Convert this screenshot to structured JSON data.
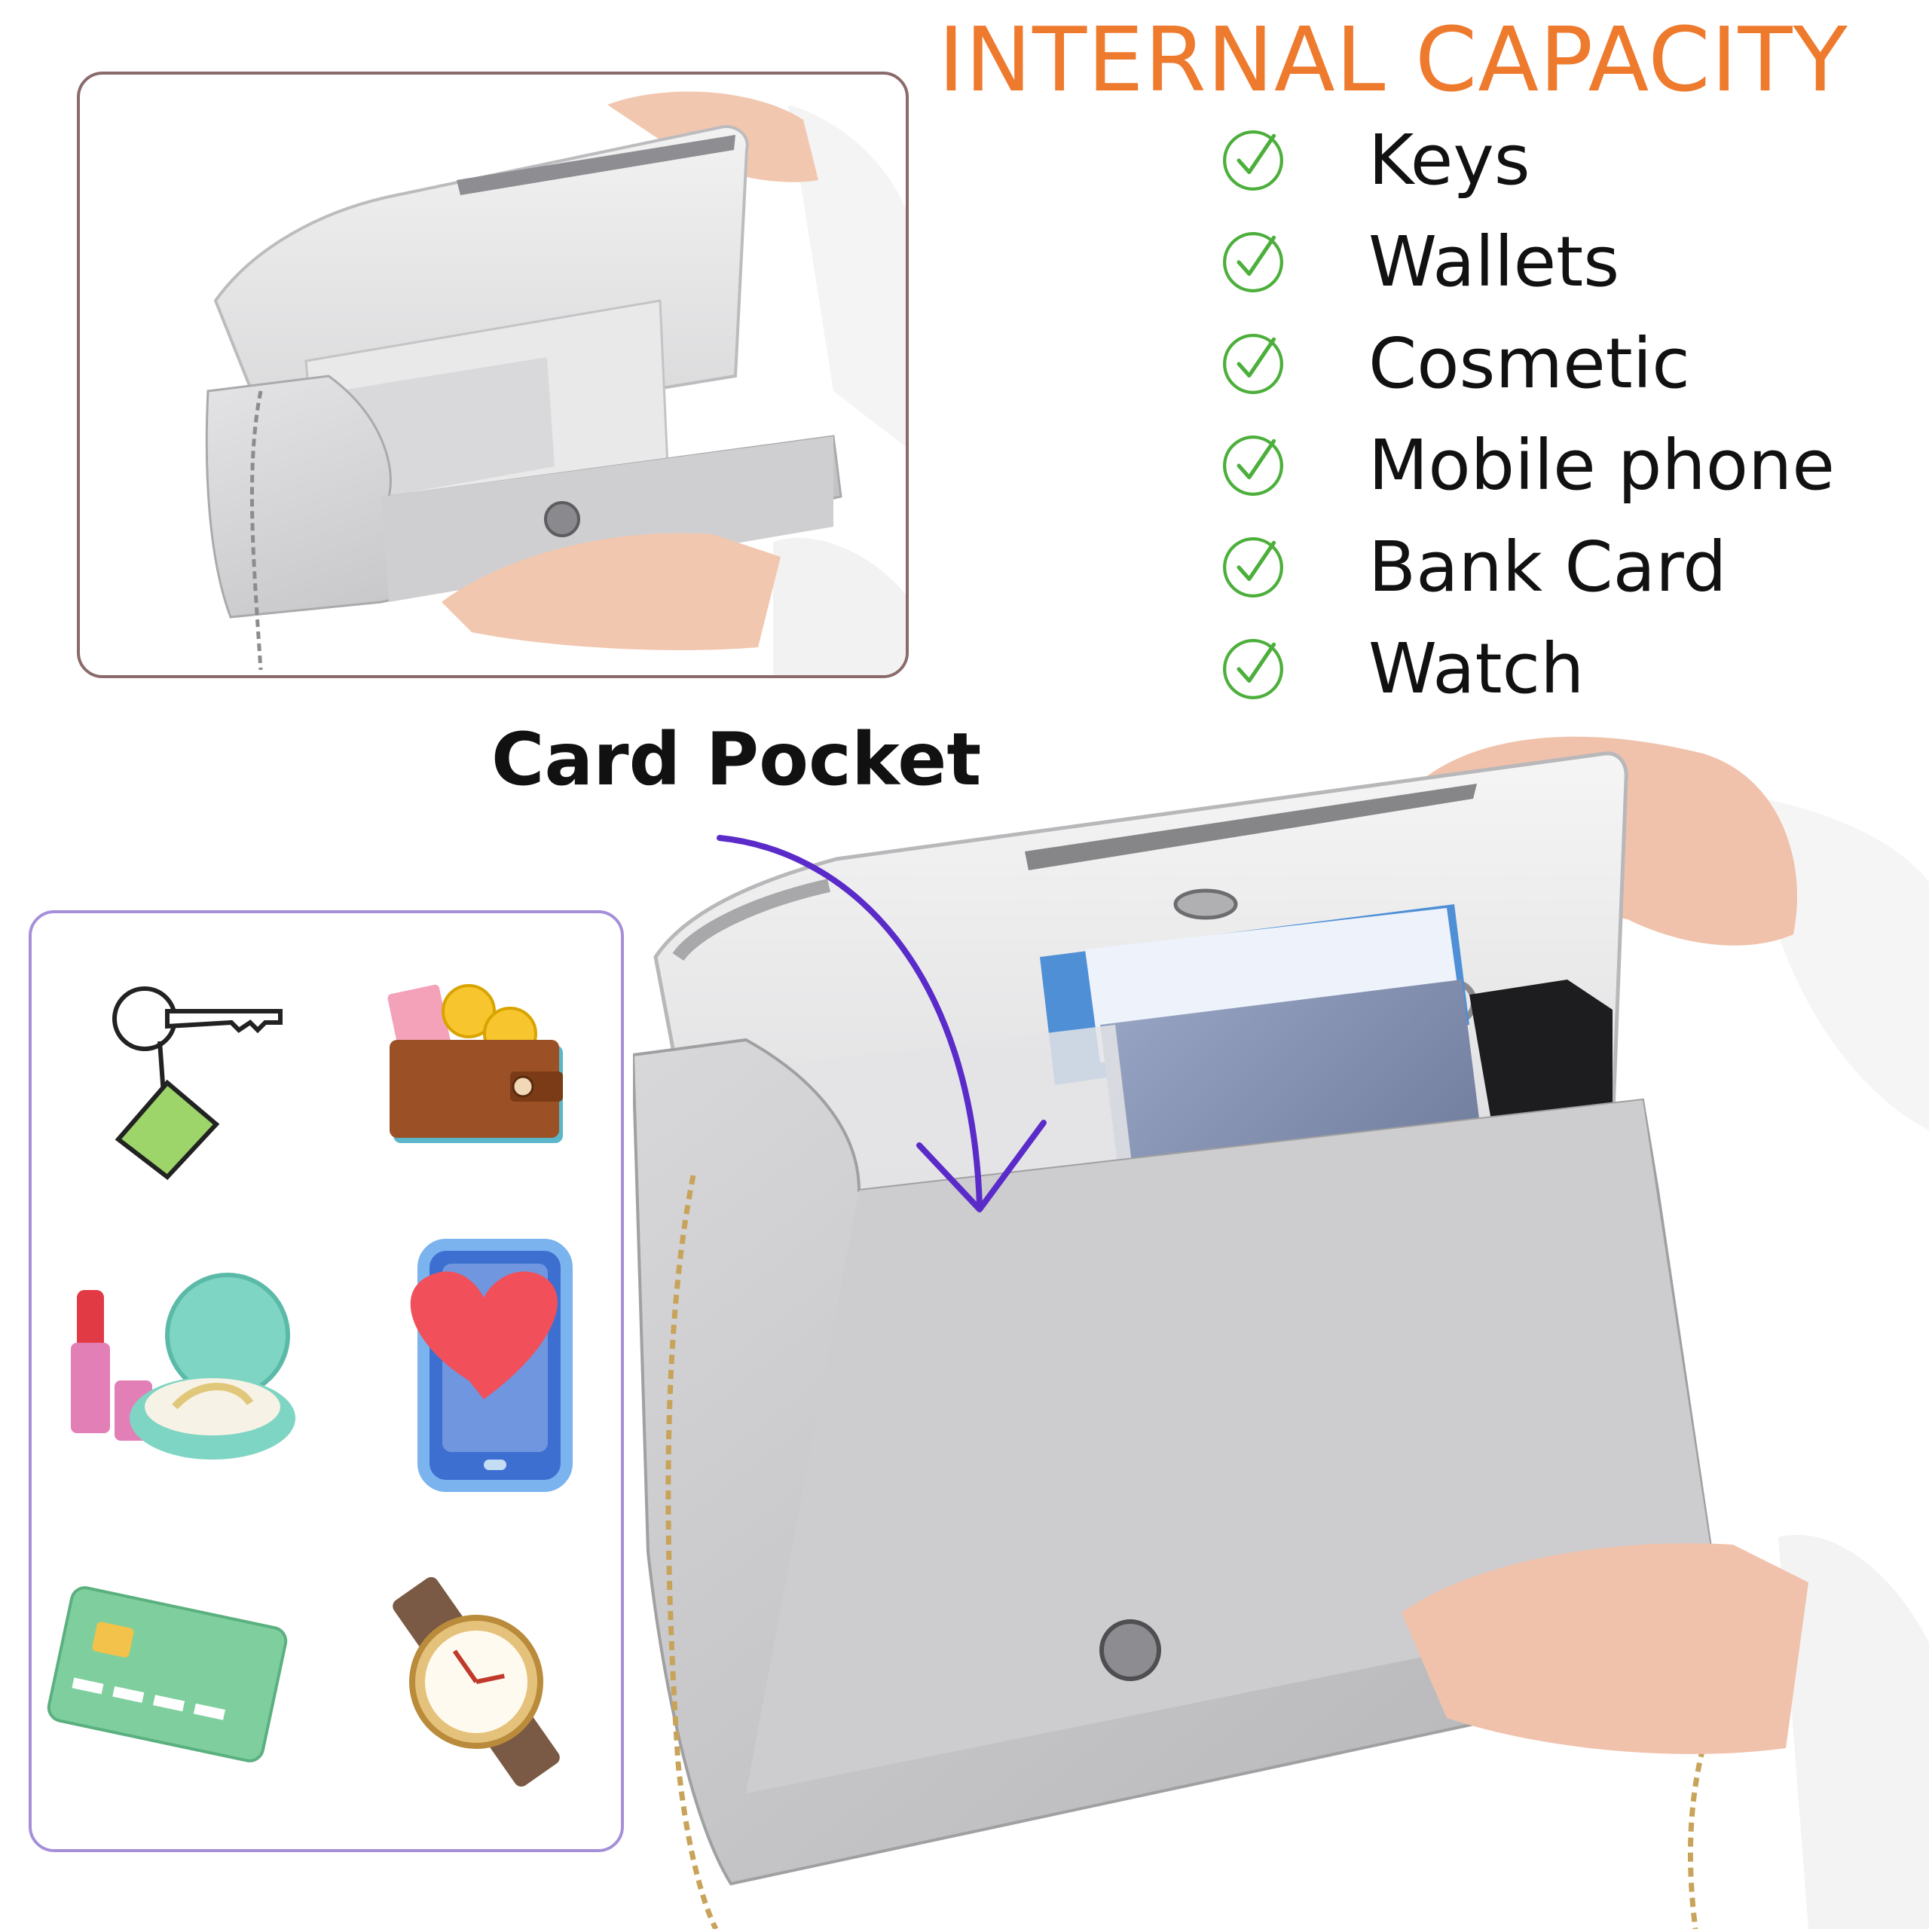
{
  "title": {
    "text": "INTERNAL CAPACITY",
    "color": "#ee7a2e"
  },
  "capacity": {
    "check_color": "#4caf3b",
    "items": [
      {
        "label": "Keys"
      },
      {
        "label": "Wallets"
      },
      {
        "label": "Cosmetic"
      },
      {
        "label": "Mobile phone"
      },
      {
        "label": "Bank Card"
      },
      {
        "label": "Watch"
      }
    ]
  },
  "callout": {
    "label": "Card Pocket",
    "arrow_color": "#5a2bc9"
  },
  "icons": [
    "keychain-icon",
    "wallet-icon",
    "cosmetics-icon",
    "phone-heart-icon",
    "bank-card-icon",
    "watch-icon"
  ],
  "colors": {
    "panel_border": "#a58fd9",
    "photo_border": "#8a6a6a",
    "bag_silver": "#c9c9cb"
  }
}
